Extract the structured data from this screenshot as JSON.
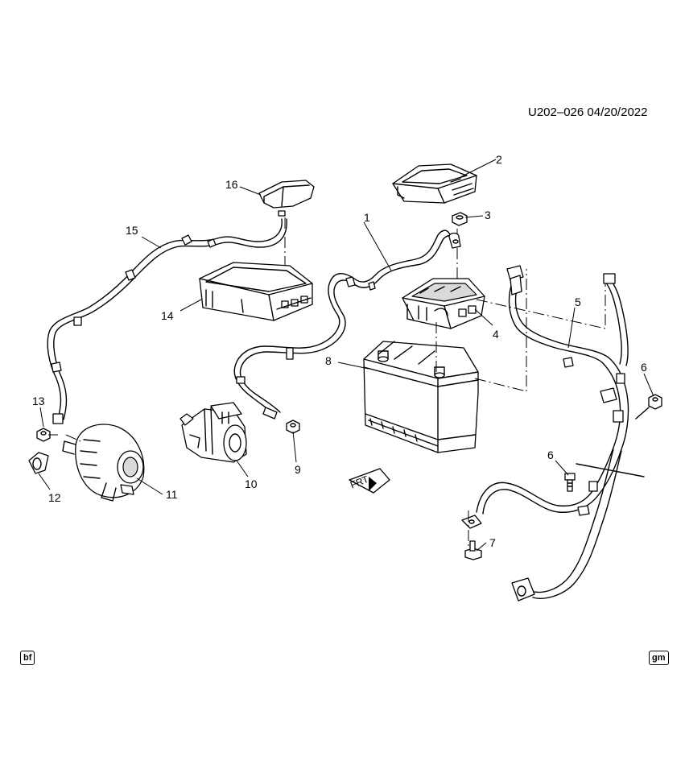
{
  "header": {
    "reference": "U202–026  04/20/2022"
  },
  "callouts": {
    "c1": "1",
    "c2": "2",
    "c3": "3",
    "c4": "4",
    "c5": "5",
    "c6a": "6",
    "c6b": "6",
    "c7": "7",
    "c8": "8",
    "c9": "9",
    "c10": "10",
    "c11": "11",
    "c12": "12",
    "c13": "13",
    "c14": "14",
    "c15": "15",
    "c16": "16"
  },
  "direction_marker": {
    "label": "FRT"
  },
  "footer": {
    "left_tag": "bf",
    "right_tag": "gm"
  },
  "colors": {
    "line": "#000000",
    "background": "#ffffff",
    "fill": "#ffffff",
    "shade": "#d9d9d9"
  }
}
